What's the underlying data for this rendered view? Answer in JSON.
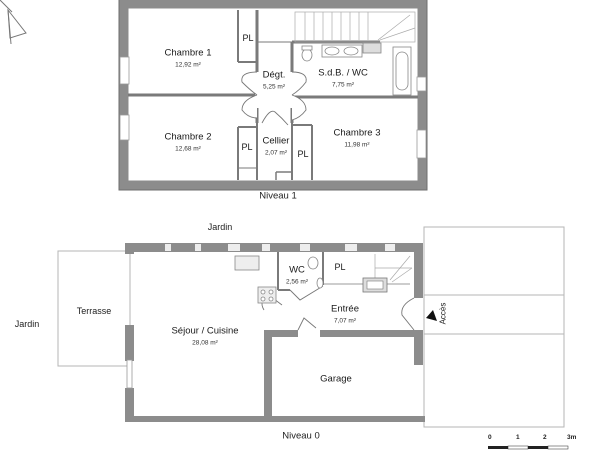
{
  "plan": {
    "levels": [
      {
        "title": "Niveau 1",
        "rooms": [
          {
            "name": "Chambre 1",
            "area": "12,92 m²"
          },
          {
            "name": "Dégt.",
            "area": "5,25 m²"
          },
          {
            "name": "S.d.B. / WC",
            "area": "7,75 m²"
          },
          {
            "name": "Chambre 2",
            "area": "12,68 m²"
          },
          {
            "name": "Cellier",
            "area": "2,07 m²"
          },
          {
            "name": "Chambre 3",
            "area": "11,98 m²"
          }
        ],
        "closets": [
          "PL",
          "PL",
          "PL"
        ]
      },
      {
        "title": "Niveau 0",
        "rooms": [
          {
            "name": "WC",
            "area": "2,56 m²"
          },
          {
            "name": "Entrée",
            "area": "7,07 m²"
          },
          {
            "name": "Séjour / Cuisine",
            "area": "28,08 m²"
          },
          {
            "name": "Garage",
            "area": ""
          }
        ],
        "closets": [
          "PL"
        ]
      }
    ],
    "exterior": {
      "jardin_top": "Jardin",
      "jardin_left": "Jardin",
      "terrasse": "Terrasse",
      "acces": "Accès"
    },
    "scale": {
      "ticks": [
        "0",
        "1",
        "2",
        "3m"
      ]
    },
    "colors": {
      "wall": "#8c8c8c",
      "wall_dark": "#6e6e6e",
      "line": "#9a9a9a",
      "outline": "#b5b5b5"
    }
  }
}
